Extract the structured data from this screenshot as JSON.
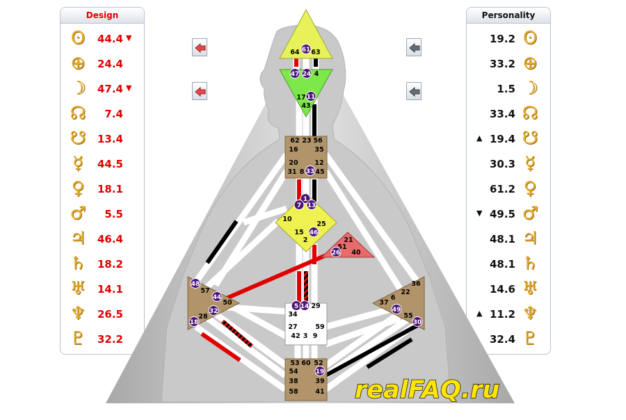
{
  "design": {
    "title": "Design",
    "rows": [
      {
        "planet": "sun-icon",
        "glyph": "ʘ",
        "value": "44.4",
        "arrow": "▼"
      },
      {
        "planet": "earth-icon",
        "glyph": "⊕",
        "value": "24.4",
        "arrow": ""
      },
      {
        "planet": "moon-icon",
        "glyph": "☽",
        "value": "47.4",
        "arrow": "▼"
      },
      {
        "planet": "north-node-icon",
        "glyph": "☊",
        "value": "7.4",
        "arrow": ""
      },
      {
        "planet": "south-node-icon",
        "glyph": "☋",
        "value": "13.4",
        "arrow": ""
      },
      {
        "planet": "mercury-icon",
        "glyph": "☿",
        "value": "44.5",
        "arrow": ""
      },
      {
        "planet": "venus-icon",
        "glyph": "♀",
        "value": "18.1",
        "arrow": ""
      },
      {
        "planet": "mars-icon",
        "glyph": "♂",
        "value": "5.5",
        "arrow": ""
      },
      {
        "planet": "jupiter-icon",
        "glyph": "♃",
        "value": "46.4",
        "arrow": ""
      },
      {
        "planet": "saturn-icon",
        "glyph": "♄",
        "value": "18.2",
        "arrow": ""
      },
      {
        "planet": "uranus-icon",
        "glyph": "♅",
        "value": "14.1",
        "arrow": ""
      },
      {
        "planet": "neptune-icon",
        "glyph": "♆",
        "value": "26.5",
        "arrow": ""
      },
      {
        "planet": "pluto-icon",
        "glyph": "♇",
        "value": "32.2",
        "arrow": ""
      }
    ]
  },
  "personality": {
    "title": "Personality",
    "rows": [
      {
        "planet": "sun-icon",
        "glyph": "ʘ",
        "value": "19.2",
        "arrow": ""
      },
      {
        "planet": "earth-icon",
        "glyph": "⊕",
        "value": "33.2",
        "arrow": ""
      },
      {
        "planet": "moon-icon",
        "glyph": "☽",
        "value": "1.5",
        "arrow": ""
      },
      {
        "planet": "north-node-icon",
        "glyph": "☊",
        "value": "33.4",
        "arrow": ""
      },
      {
        "planet": "south-node-icon",
        "glyph": "☋",
        "value": "19.4",
        "arrow": "▲"
      },
      {
        "planet": "mercury-icon",
        "glyph": "☿",
        "value": "30.3",
        "arrow": ""
      },
      {
        "planet": "venus-icon",
        "glyph": "♀",
        "value": "61.2",
        "arrow": ""
      },
      {
        "planet": "mars-icon",
        "glyph": "♂",
        "value": "49.5",
        "arrow": "▼"
      },
      {
        "planet": "jupiter-icon",
        "glyph": "♃",
        "value": "48.1",
        "arrow": ""
      },
      {
        "planet": "saturn-icon",
        "glyph": "♄",
        "value": "48.1",
        "arrow": ""
      },
      {
        "planet": "uranus-icon",
        "glyph": "♅",
        "value": "14.6",
        "arrow": ""
      },
      {
        "planet": "neptune-icon",
        "glyph": "♆",
        "value": "11.2",
        "arrow": "▲"
      },
      {
        "planet": "pluto-icon",
        "glyph": "♇",
        "value": "32.4",
        "arrow": ""
      }
    ]
  },
  "nav": {
    "left_arrow_color": "#e24a4a",
    "right_arrow_color": "#6a6f76"
  },
  "colors": {
    "design_red": "#e00000",
    "glyph_gold": "#e8ad2e",
    "active_gate": "#4b1477",
    "head_fill": "#e7f25a",
    "ajna_fill": "#7de84a",
    "center_tan": "#b2946a",
    "spleen_tan": "#b2946a",
    "g_fill": "#eef150",
    "heart_fill": "#e86b6b",
    "sacral_fill": "#ffffff"
  },
  "brand": "realFAQ.ru",
  "gates": {
    "head": [
      "64",
      "61",
      "63"
    ],
    "ajna": [
      "47",
      "24",
      "4",
      "17",
      "11",
      "43"
    ],
    "throat": [
      "62",
      "23",
      "56",
      "16",
      "35",
      "20",
      "12",
      "31",
      "8",
      "33",
      "45"
    ],
    "g": [
      "1",
      "7",
      "13",
      "10",
      "25",
      "15",
      "46",
      "2"
    ],
    "heart": [
      "21",
      "51",
      "26",
      "40"
    ],
    "spleen": [
      "48",
      "57",
      "44",
      "50",
      "32",
      "28",
      "18"
    ],
    "solar": [
      "36",
      "22",
      "6",
      "37",
      "49",
      "55",
      "30"
    ],
    "sacral": [
      "5",
      "14",
      "29",
      "34",
      "27",
      "59",
      "42",
      "3",
      "9"
    ],
    "root": [
      "53",
      "60",
      "52",
      "54",
      "19",
      "38",
      "39",
      "58",
      "41"
    ]
  }
}
